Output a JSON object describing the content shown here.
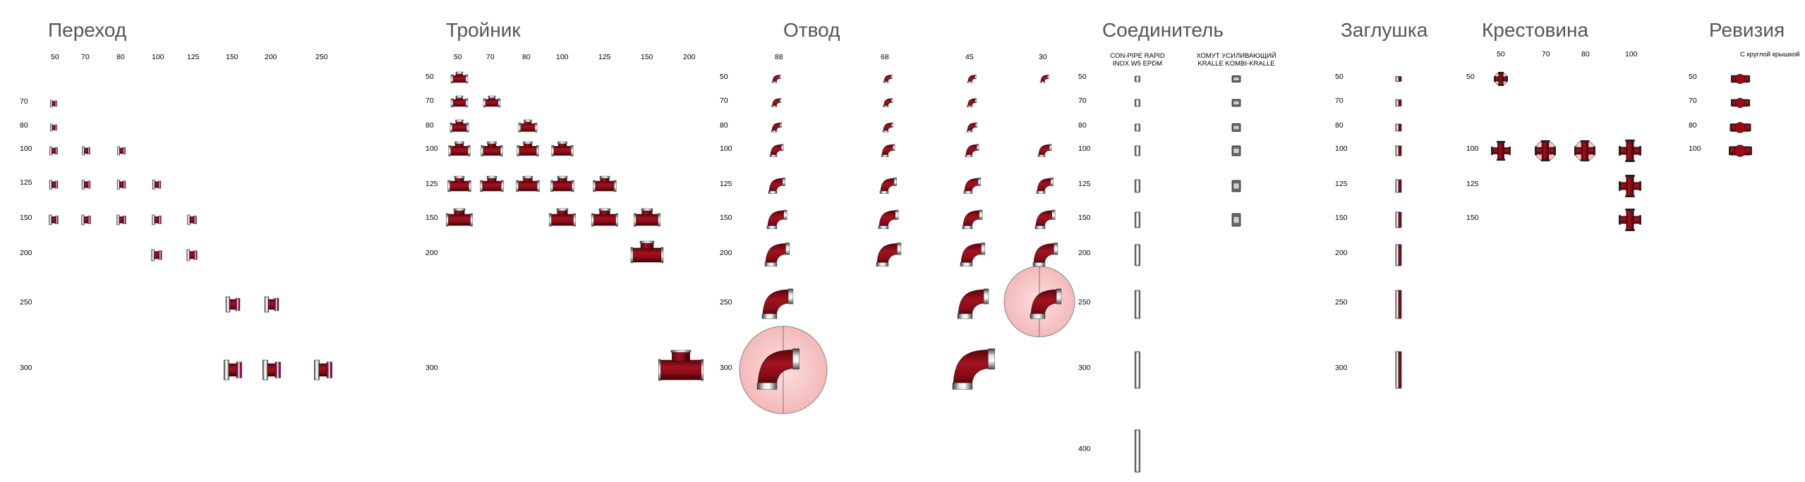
{
  "sections": [
    {
      "key": "perehod",
      "title": "Переход",
      "col_labels": [
        "50",
        "70",
        "80",
        "100",
        "125",
        "150",
        "200",
        "250"
      ],
      "row_labels": [
        "70",
        "80",
        "100",
        "125",
        "150",
        "200",
        "250",
        "300"
      ],
      "item_type": "reducer",
      "cells": [
        [
          0,
          0
        ],
        [
          0,
          1
        ],
        [
          0,
          2
        ],
        [
          1,
          2
        ],
        [
          2,
          2
        ],
        [
          0,
          3
        ],
        [
          1,
          3
        ],
        [
          2,
          3
        ],
        [
          3,
          3
        ],
        [
          0,
          4
        ],
        [
          1,
          4
        ],
        [
          2,
          4
        ],
        [
          3,
          4
        ],
        [
          4,
          4
        ],
        [
          3,
          5
        ],
        [
          4,
          5
        ],
        [
          5,
          6
        ],
        [
          6,
          6
        ],
        [
          5,
          7
        ],
        [
          6,
          7
        ],
        [
          7,
          7
        ]
      ]
    },
    {
      "key": "troinik",
      "title": "Тройник",
      "col_labels": [
        "50",
        "70",
        "80",
        "100",
        "125",
        "150",
        "200"
      ],
      "row_labels": [
        "50",
        "70",
        "80",
        "100",
        "125",
        "150",
        "200",
        "300"
      ],
      "item_type": "tee",
      "cells": [
        [
          0,
          0
        ],
        [
          0,
          1
        ],
        [
          1,
          1
        ],
        [
          0,
          2
        ],
        [
          2,
          2
        ],
        [
          0,
          3
        ],
        [
          1,
          3
        ],
        [
          2,
          3
        ],
        [
          3,
          3
        ],
        [
          0,
          4
        ],
        [
          1,
          4
        ],
        [
          2,
          4
        ],
        [
          3,
          4
        ],
        [
          4,
          4
        ],
        [
          0,
          5
        ],
        [
          3,
          5
        ],
        [
          4,
          5
        ],
        [
          5,
          5
        ],
        [
          5,
          6
        ],
        [
          6,
          7
        ]
      ]
    },
    {
      "key": "otvod",
      "title": "Отвод",
      "col_labels": [
        "88",
        "68",
        "45",
        "30"
      ],
      "row_labels": [
        "50",
        "70",
        "80",
        "100",
        "125",
        "150",
        "200",
        "250",
        "300"
      ],
      "item_type": "elbow",
      "highlights": [
        [
          0,
          8
        ],
        [
          3,
          7
        ]
      ]
    },
    {
      "key": "soedinitel",
      "title": "Соединитель",
      "col_labels": [
        "CON-PIPE RAPID\nINOX W5 EPDM",
        "ХОМУТ УСИЛИВАЮЩИЙ\nKRALLE KOMBI-KRALLE"
      ],
      "row_labels": [
        "50",
        "70",
        "80",
        "100",
        "125",
        "150",
        "200",
        "250",
        "300",
        "400"
      ],
      "item_type": "coupling"
    },
    {
      "key": "zaglushka",
      "title": "Заглушка",
      "row_labels": [
        "50",
        "70",
        "80",
        "100",
        "125",
        "150",
        "200",
        "250",
        "300"
      ],
      "item_type": "cap"
    },
    {
      "key": "krestovina",
      "title": "Крестовина",
      "col_labels": [
        "50",
        "70",
        "80",
        "100"
      ],
      "row_labels": [
        "50",
        "100",
        "125",
        "150"
      ],
      "item_type": "cross"
    },
    {
      "key": "reviziya",
      "title": "Ревизия",
      "col_labels": [
        "С круглой крышкой"
      ],
      "row_labels": [
        "50",
        "70",
        "80",
        "100"
      ],
      "item_type": "inspection"
    }
  ],
  "colors": {
    "fitting_body": "#8b0c18",
    "fitting_dark": "#4a0308",
    "metal": "#9a9a9a",
    "highlight_fill": "#f7c9c9",
    "highlight_stroke": "#7a7a7a"
  }
}
